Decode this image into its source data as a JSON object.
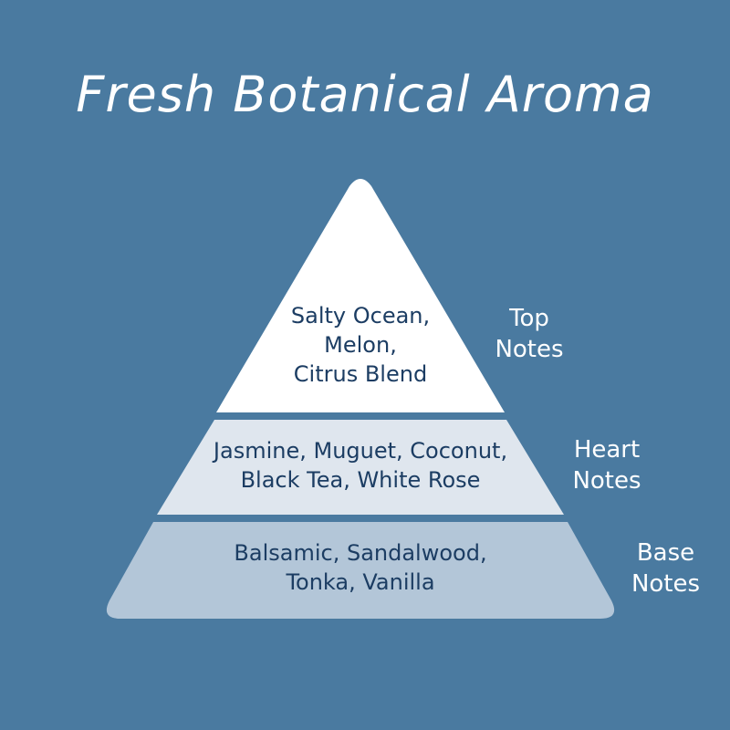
{
  "title": "Fresh Botanical Aroma",
  "colors": {
    "background": "#4a7aa0",
    "top_tier": "#ffffff",
    "heart_tier": "#dfe6ee",
    "base_tier": "#b3c6d8",
    "tier_text": "#1c3d63",
    "label_text": "#ffffff"
  },
  "tiers": {
    "top": {
      "lines": [
        "Salty Ocean,",
        "Melon,",
        "Citrus Blend"
      ],
      "label": [
        "Top",
        "Notes"
      ]
    },
    "heart": {
      "lines": [
        "Jasmine, Muguet, Coconut,",
        "Black Tea, White Rose"
      ],
      "label": [
        "Heart",
        "Notes"
      ]
    },
    "base": {
      "lines": [
        "Balsamic, Sandalwood,",
        "Tonka, Vanilla"
      ],
      "label": [
        "Base",
        "Notes"
      ]
    }
  }
}
